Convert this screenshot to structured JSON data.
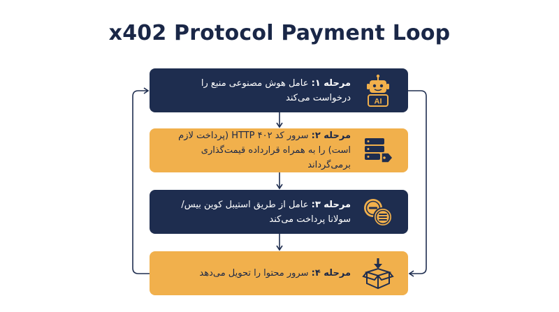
{
  "title": "x402 Protocol Payment Loop",
  "steps": [
    {
      "label": "مرحله ۱:",
      "text": " عامل هوش مصنوعی منبع را درخواست می‌کند",
      "icon": "robot-ai-icon",
      "icon_text": "AI",
      "style": "dark"
    },
    {
      "label": "مرحله ۲:",
      "text": " سرور کد HTTP ۴۰۲ (پرداخت لازم است) را به همراه قرارداده قیمت‌گذاری برمی‌گرداند",
      "icon": "server-price-tag-icon",
      "style": "gold"
    },
    {
      "label": "مرحله ۳:",
      "text": " عامل از طریق استیبل کوین بیس/سولانا پرداخت می‌کند",
      "icon": "coins-icon",
      "style": "dark"
    },
    {
      "label": "مرحله ۴:",
      "text": " سرور محتوا را تحویل می‌دهد",
      "icon": "download-box-icon",
      "style": "gold"
    }
  ],
  "colors": {
    "dark": "#1e2d4f",
    "gold": "#f1b04c",
    "title": "#1a2747",
    "arrow": "#1e2d4f"
  }
}
